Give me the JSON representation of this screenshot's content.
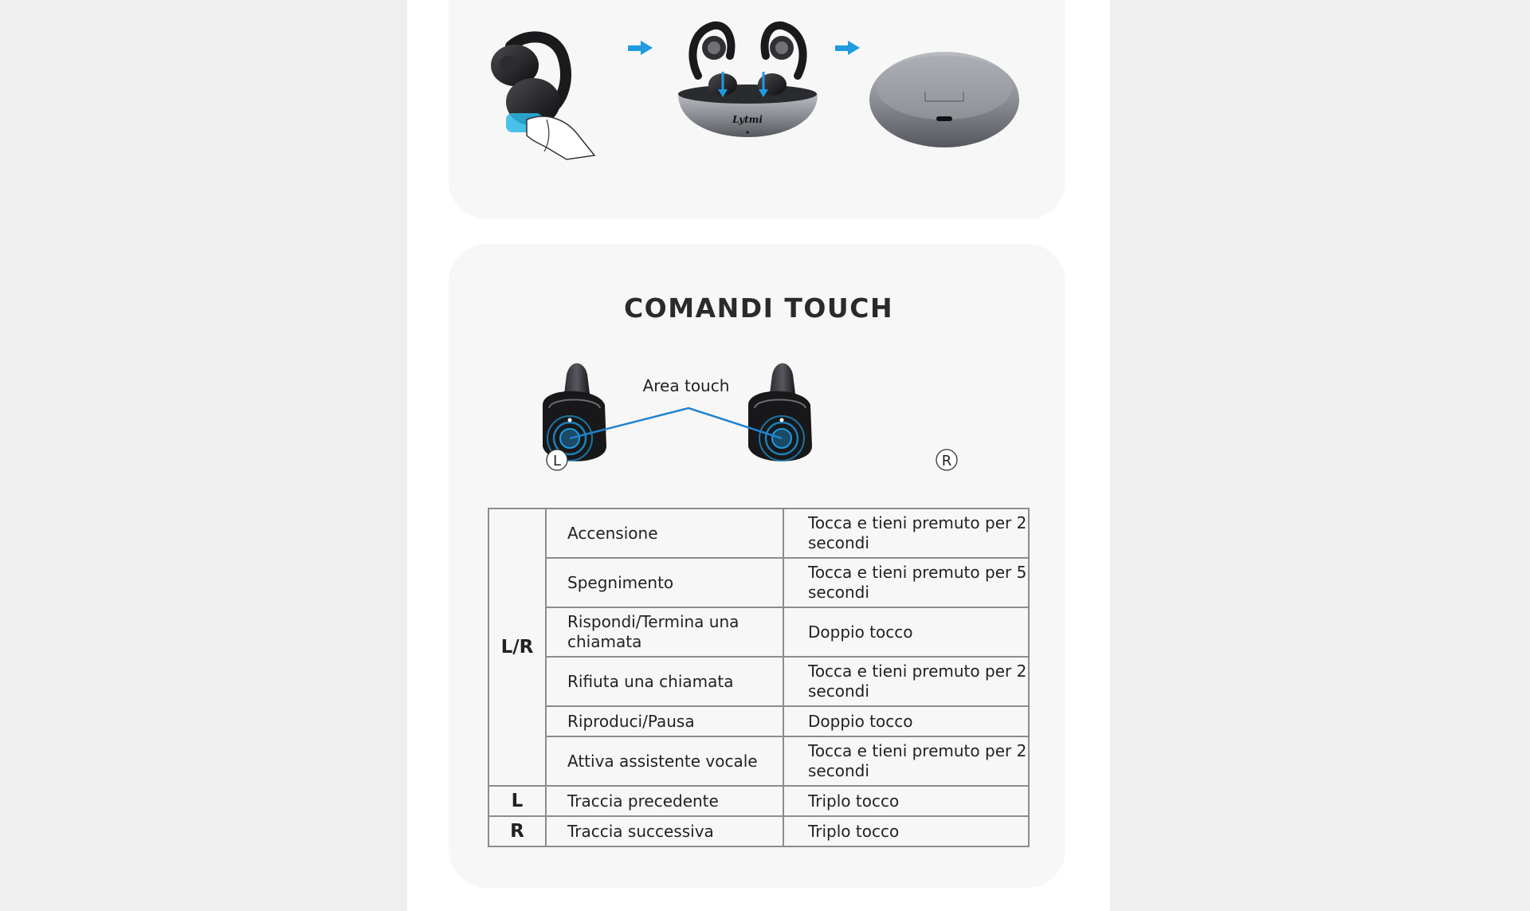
{
  "section": {
    "title": "COMANDI TOUCH",
    "area_label": "Area touch",
    "left_marker": "L",
    "right_marker": "R",
    "case_brand": "Lytmi"
  },
  "colors": {
    "accent_blue": "#1f9be0",
    "earbud_dark": "#1c1c1e",
    "case_silver": "#8a8d92"
  },
  "table": {
    "groups": [
      {
        "side": "L/R",
        "rows": [
          {
            "action": "Accensione",
            "gesture": "Tocca e tieni premuto per 2 secondi"
          },
          {
            "action": "Spegnimento",
            "gesture": "Tocca e tieni premuto per 5 secondi"
          },
          {
            "action": "Rispondi/Termina una chiamata",
            "gesture": "Doppio tocco"
          },
          {
            "action": "Rifiuta una chiamata",
            "gesture": "Tocca e tieni premuto per 2 secondi"
          },
          {
            "action": "Riproduci/Pausa",
            "gesture": "Doppio tocco"
          },
          {
            "action": "Attiva assistente vocale",
            "gesture": "Tocca e tieni premuto per 2 secondi"
          }
        ]
      },
      {
        "side": "L",
        "rows": [
          {
            "action": "Traccia precedente",
            "gesture": "Triplo tocco"
          }
        ]
      },
      {
        "side": "R",
        "rows": [
          {
            "action": "Traccia successiva",
            "gesture": "Triplo tocco"
          }
        ]
      }
    ]
  }
}
